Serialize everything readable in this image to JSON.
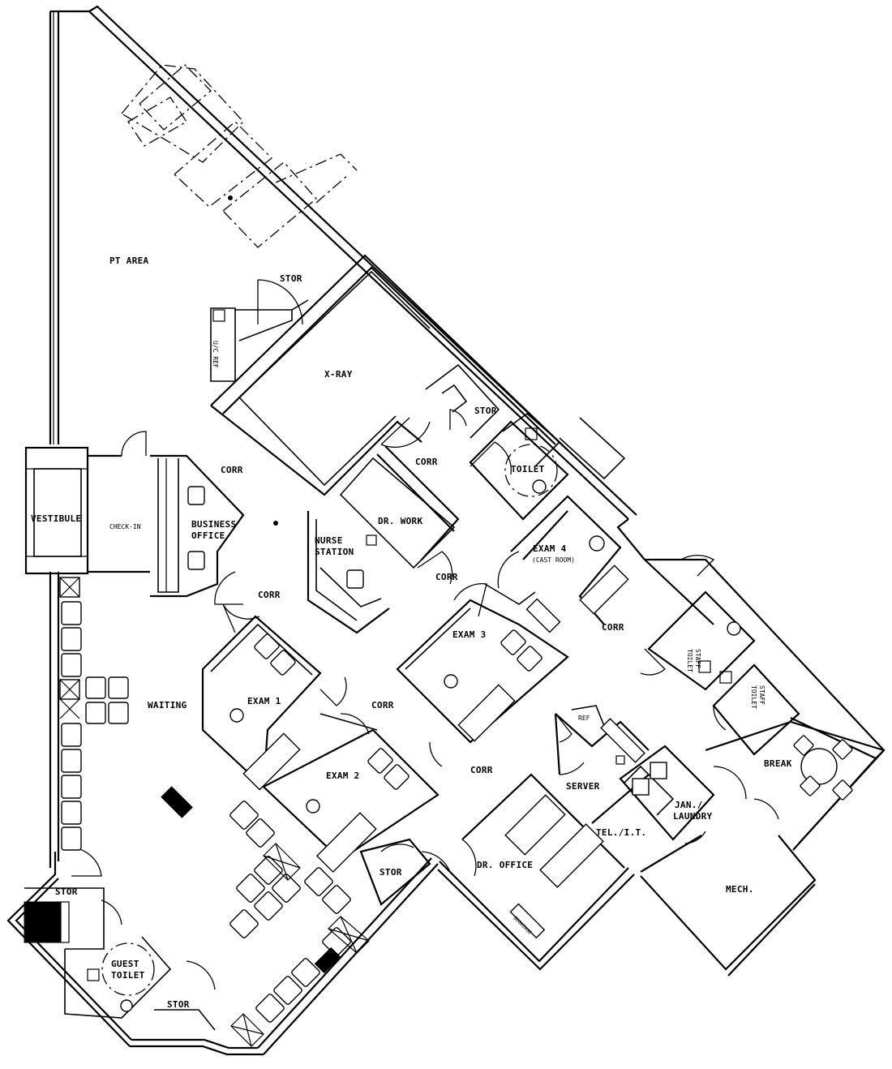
{
  "rooms": {
    "pt_area": "PT AREA",
    "stor_top": "STOR",
    "xray": "X-RAY",
    "stor_xray": "STOR",
    "corr_1": "CORR",
    "corr_2": "CORR",
    "corr_3": "CORR",
    "corr_4": "CORR",
    "corr_5": "CORR",
    "corr_6": "CORR",
    "corr_7": "CORR",
    "toilet": "TOILET",
    "vestibule": "VESTIBULE",
    "check_in": "CHECK-IN",
    "business_office_1": "BUSINESS",
    "business_office_2": "OFFICE",
    "nurse_station_1": "NURSE",
    "nurse_station_2": "STATION",
    "dr_work": "DR. WORK",
    "exam4_1": "EXAM 4",
    "exam4_2": "(CAST ROOM)",
    "exam3": "EXAM 3",
    "exam1": "EXAM 1",
    "exam2": "EXAM 2",
    "waiting": "WAITING",
    "staff_toilet_a1": "STAFF",
    "staff_toilet_a2": "TOILET",
    "staff_toilet_b1": "STAFF",
    "staff_toilet_b2": "TOILET",
    "break": "BREAK",
    "ref": "REF",
    "server": "SERVER",
    "jan_laundry_1": "JAN./",
    "jan_laundry_2": "LAUNDRY",
    "tel_it": "TEL./I.T.",
    "dr_office": "DR. OFFICE",
    "mech": "MECH.",
    "stor_mid": "STOR",
    "stor_left": "STOR",
    "guest_toilet_1": "GUEST",
    "guest_toilet_2": "TOILET",
    "stor_bottom": "STOR",
    "uc_ref": "U/C REF",
    "bookcase": "BOOKCASE"
  }
}
